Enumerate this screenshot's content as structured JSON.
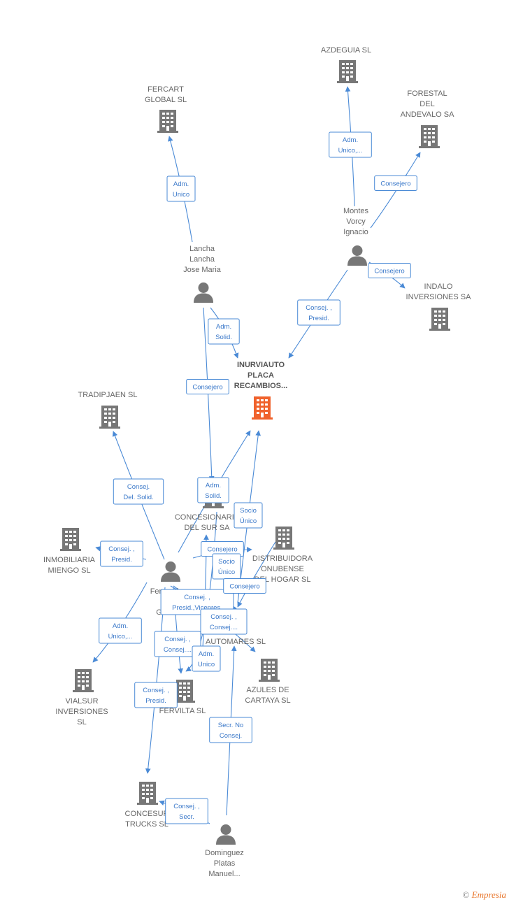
{
  "colors": {
    "edge": "#4a8ad6",
    "company": "#777777",
    "focus": "#f0622c",
    "person": "#777777"
  },
  "nodes": [
    {
      "id": "azdeguia",
      "type": "company",
      "label": [
        "AZDEGUIA  SL"
      ]
    },
    {
      "id": "fercart",
      "type": "company",
      "label": [
        "FERCART",
        "GLOBAL  SL"
      ]
    },
    {
      "id": "forestal",
      "type": "company",
      "label": [
        "FORESTAL",
        "DEL",
        "ANDEVALO SA"
      ]
    },
    {
      "id": "montes",
      "type": "person",
      "label": [
        "Montes",
        "Vorcy",
        "Ignacio"
      ]
    },
    {
      "id": "lancha",
      "type": "person",
      "label": [
        "Lancha",
        "Lancha",
        "Jose Maria"
      ]
    },
    {
      "id": "indalo",
      "type": "company",
      "label": [
        "INDALO",
        "INVERSIONES SA"
      ]
    },
    {
      "id": "inurviauto",
      "type": "focus",
      "label": [
        "INURVIAUTO",
        "PLACA",
        "RECAMBIOS..."
      ]
    },
    {
      "id": "tradipjaen",
      "type": "company",
      "label": [
        "TRADIPJAEN SL"
      ]
    },
    {
      "id": "concesionaria",
      "type": "company",
      "label": [
        "CONCESIONARIA",
        "DEL SUR SA"
      ]
    },
    {
      "id": "inmobiliaria",
      "type": "company",
      "label": [
        "INMOBILIARIA",
        "MIENGO  SL"
      ]
    },
    {
      "id": "distribuidora",
      "type": "company",
      "label": [
        "DISTRIBUIDORA",
        "ONUBENSE",
        "DEL HOGAR SL"
      ]
    },
    {
      "id": "fernandez",
      "type": "person",
      "label": [
        "Fernandez",
        "",
        "Gonz..."
      ]
    },
    {
      "id": "automares",
      "type": "company",
      "label": [
        "AUTOMARES SL"
      ]
    },
    {
      "id": "azules",
      "type": "company",
      "label": [
        "AZULES DE",
        "CARTAYA  SL"
      ]
    },
    {
      "id": "vialsur",
      "type": "company",
      "label": [
        "VIALSUR",
        "INVERSIONES",
        "SL"
      ]
    },
    {
      "id": "fervilta",
      "type": "company",
      "label": [
        "FERVILTA SL"
      ]
    },
    {
      "id": "concesur",
      "type": "company",
      "label": [
        "CONCESUR",
        "TRUCKS  SL"
      ]
    },
    {
      "id": "dominguez",
      "type": "person",
      "label": [
        "Dominguez",
        "Platas",
        "Manuel..."
      ]
    }
  ],
  "edges": [
    {
      "from": "montes",
      "to": "azdeguia",
      "label": [
        "Adm.",
        "Unico,..."
      ]
    },
    {
      "from": "montes",
      "to": "forestal",
      "label": [
        "Consejero"
      ]
    },
    {
      "from": "montes",
      "to": "indalo",
      "label": [
        "Consejero"
      ]
    },
    {
      "from": "montes",
      "to": "inurviauto",
      "label": [
        "Consej. ,",
        "Presid."
      ]
    },
    {
      "from": "lancha",
      "to": "fercart",
      "label": [
        "Adm.",
        "Unico"
      ]
    },
    {
      "from": "lancha",
      "to": "inurviauto",
      "label": [
        "Adm.",
        "Solid."
      ]
    },
    {
      "from": "lancha",
      "to": "concesionaria",
      "label": [
        "Consejero"
      ]
    },
    {
      "from": "fernandez",
      "to": "tradipjaen",
      "label": [
        "Consej.",
        "Del. Solid."
      ]
    },
    {
      "from": "fernandez",
      "to": "inmobiliaria",
      "label": [
        "Consej. ,",
        "Presid."
      ]
    },
    {
      "from": "fernandez",
      "to": "inurviauto",
      "label": [
        "Adm.",
        "Solid."
      ]
    },
    {
      "from": "fernandez",
      "to": "distribuidora",
      "label": [
        "Consejero"
      ]
    },
    {
      "from": "fernandez",
      "to": "vialsur",
      "label": [
        "Adm.",
        "Unico,..."
      ]
    },
    {
      "from": "fernandez",
      "to": "automares",
      "label": [
        "Consej. ,",
        "Presid.,Vicepres."
      ]
    },
    {
      "from": "fernandez",
      "to": "azules",
      "label": [
        "Consej. ,",
        "Consej...."
      ]
    },
    {
      "from": "fernandez",
      "to": "fervilta",
      "label": [
        "Consej. ,",
        "Consej...."
      ]
    },
    {
      "from": "fernandez",
      "to": "concesur",
      "label": [
        "Consej. ,",
        "Presid."
      ]
    },
    {
      "from": "automares",
      "to": "inurviauto",
      "label": [
        "Socio",
        "Único"
      ]
    },
    {
      "from": "fervilta",
      "to": "concesionaria",
      "label": [
        "Socio",
        "Único"
      ]
    },
    {
      "from": "distribuidora",
      "to": "automares",
      "label": [
        "Consejero"
      ]
    },
    {
      "from": "concesionaria",
      "to": "fervilta",
      "label": [
        "Adm.",
        "Unico"
      ]
    },
    {
      "from": "dominguez",
      "to": "automares",
      "label": [
        "Secr.  No",
        "Consej."
      ]
    },
    {
      "from": "dominguez",
      "to": "concesur",
      "label": [
        "Consej. ,",
        "Secr."
      ]
    }
  ],
  "footer": {
    "copyright": "©",
    "brand": "Empresia"
  }
}
